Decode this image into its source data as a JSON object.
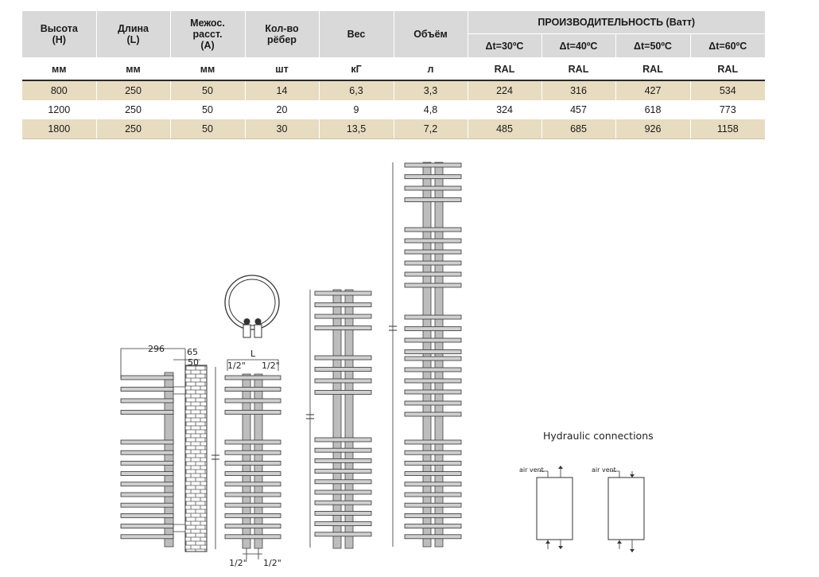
{
  "table": {
    "headers": [
      {
        "id": "h",
        "line1": "Высота",
        "line2": "(H)",
        "line3": ""
      },
      {
        "id": "l",
        "line1": "Длина",
        "line2": "(L)",
        "line3": ""
      },
      {
        "id": "a",
        "line1": "Межос.",
        "line2": "расст.",
        "line3": "(A)"
      },
      {
        "id": "n",
        "line1": "Кол-во",
        "line2": "рёбер",
        "line3": ""
      },
      {
        "id": "w",
        "line1": "Вес",
        "line2": "",
        "line3": ""
      },
      {
        "id": "v",
        "line1": "Объём",
        "line2": "",
        "line3": ""
      }
    ],
    "performance_header": "ПРОИЗВОДИТЕЛЬНОСТЬ (Ватт)",
    "delta_headers": [
      "Δt=30ºC",
      "Δt=40ºC",
      "Δt=50ºC",
      "Δt=60ºC"
    ],
    "units": [
      "мм",
      "мм",
      "мм",
      "шт",
      "кГ",
      "л",
      "RAL",
      "RAL",
      "RAL",
      "RAL"
    ],
    "rows": [
      [
        "800",
        "250",
        "50",
        "14",
        "6,3",
        "3,3",
        "224",
        "316",
        "427",
        "534"
      ],
      [
        "1200",
        "250",
        "50",
        "20",
        "9",
        "4,8",
        "324",
        "457",
        "618",
        "773"
      ],
      [
        "1800",
        "250",
        "50",
        "30",
        "13,5",
        "7,2",
        "485",
        "685",
        "926",
        "1158"
      ]
    ]
  },
  "side_view": {
    "dim_depth": "296",
    "dim_top": "65",
    "dim_bottom": "50"
  },
  "front_view": {
    "dim_length": "L",
    "conn_top_left": "1/2\"",
    "conn_top_right": "1/2\"",
    "conn_bottom_left": "1/2\"",
    "conn_bottom_right": "1/2\""
  },
  "hydraulic": {
    "title": "Hydraulic connections",
    "left_label": "air vent",
    "right_label": "air vent"
  }
}
